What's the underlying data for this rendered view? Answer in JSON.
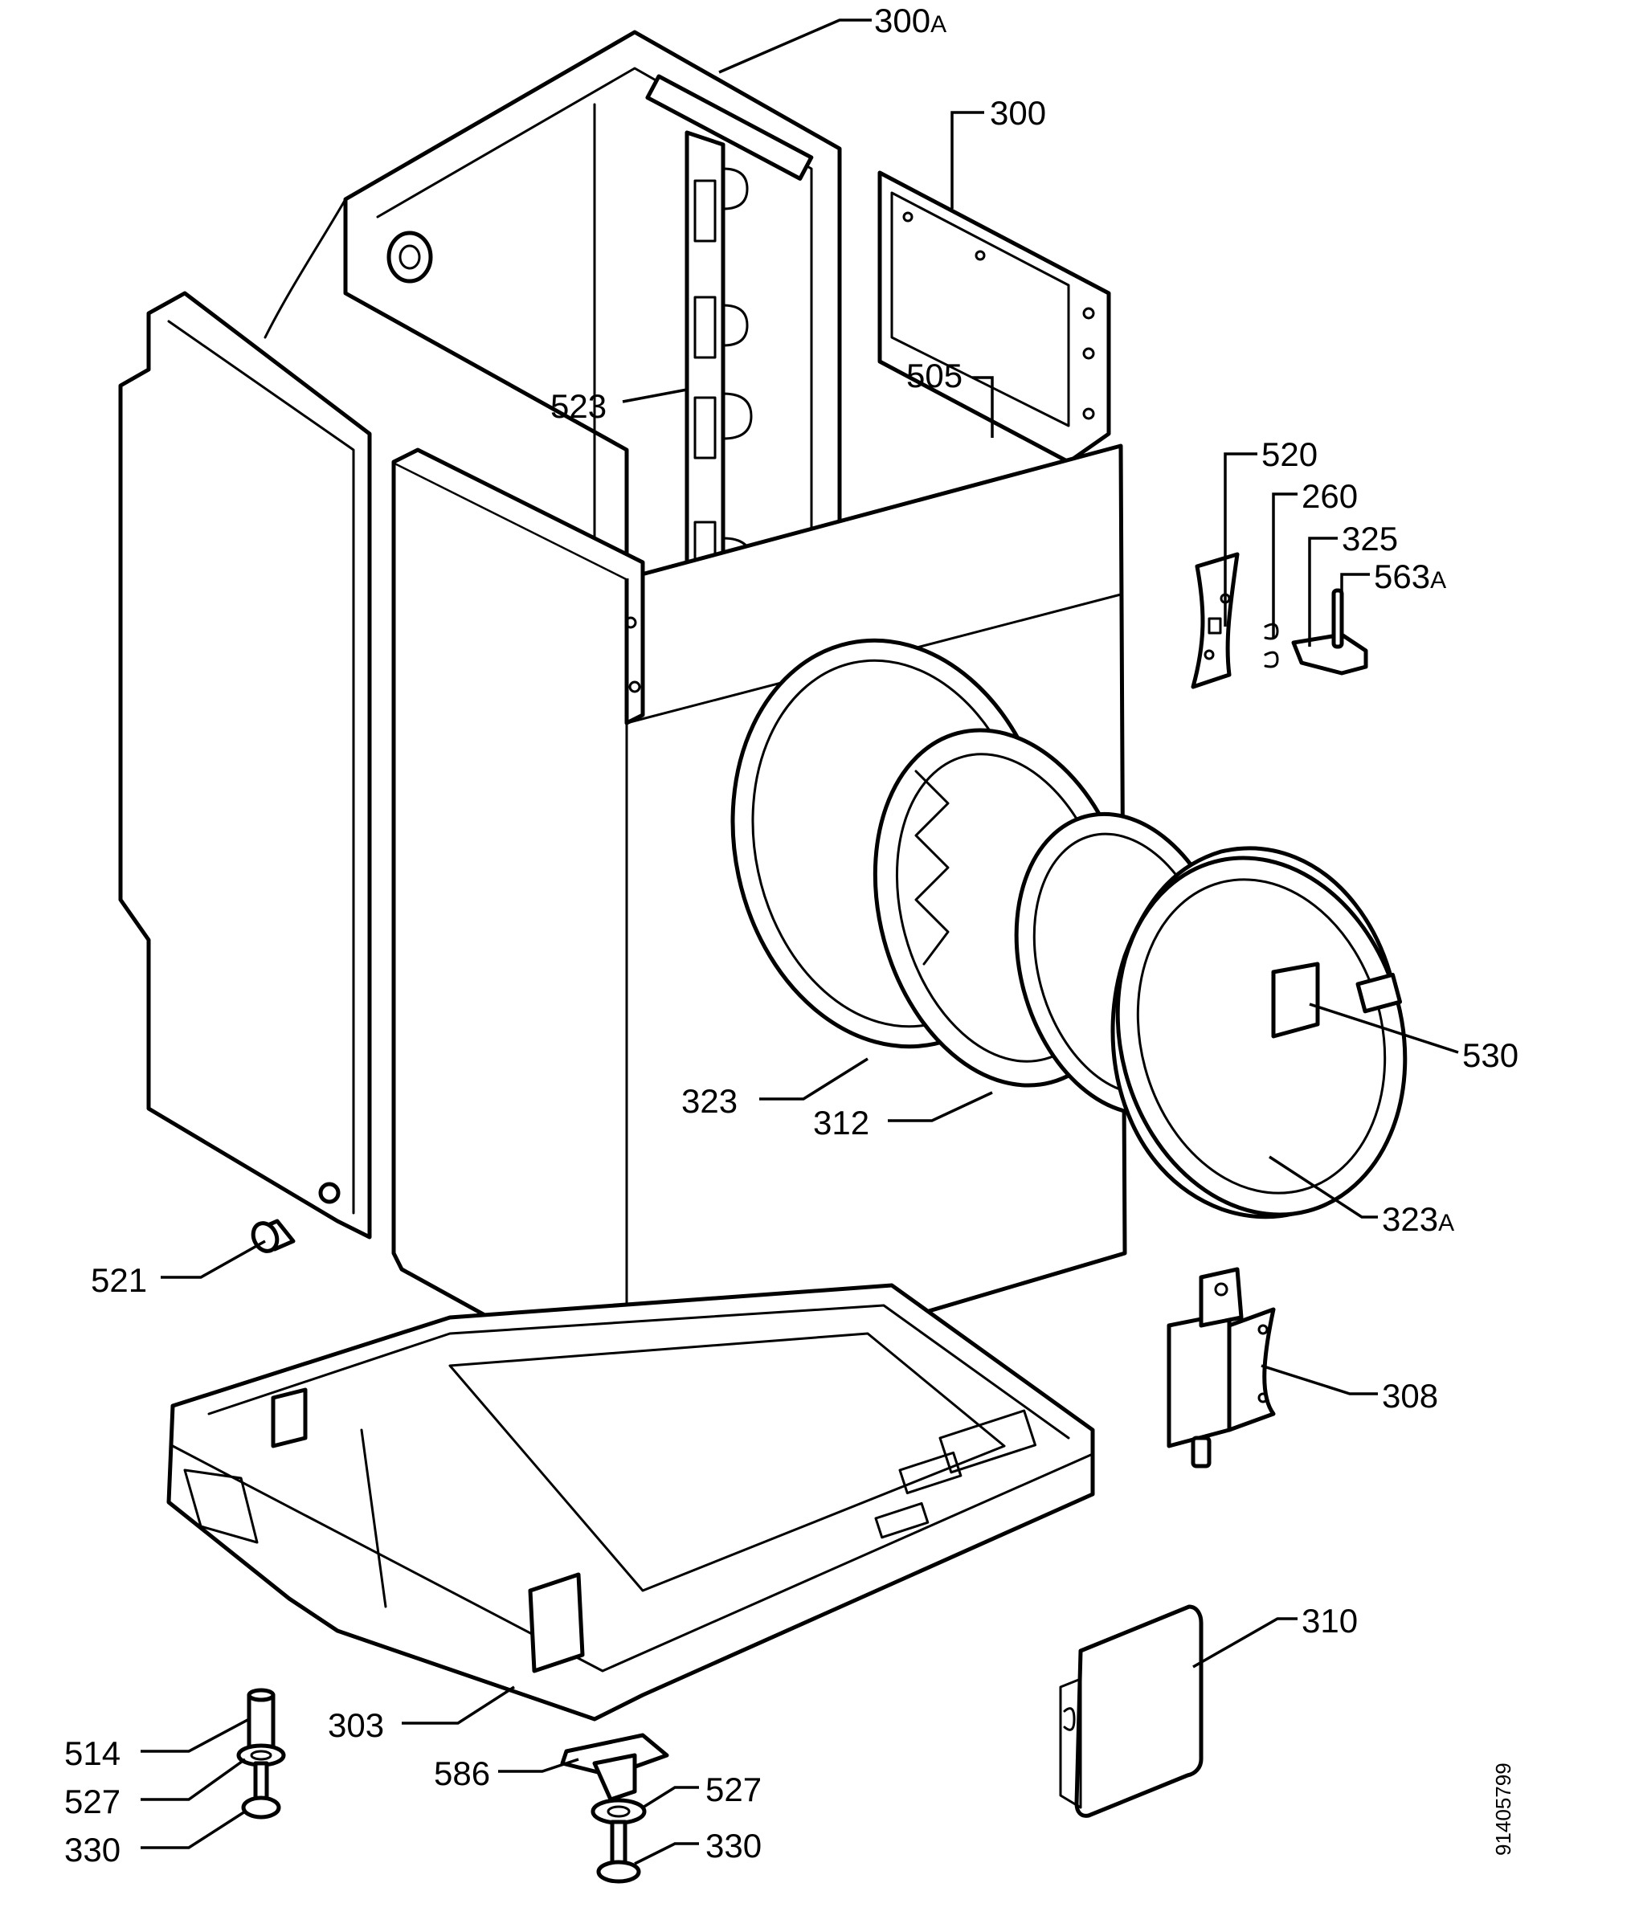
{
  "diagram": {
    "drawing_number": "91405799",
    "labels": [
      {
        "id": "300A",
        "num": "300",
        "suffix": "A"
      },
      {
        "id": "300",
        "num": "300",
        "suffix": ""
      },
      {
        "id": "505",
        "num": "505",
        "suffix": ""
      },
      {
        "id": "523",
        "num": "523",
        "suffix": ""
      },
      {
        "id": "520",
        "num": "520",
        "suffix": ""
      },
      {
        "id": "260",
        "num": "260",
        "suffix": ""
      },
      {
        "id": "325",
        "num": "325",
        "suffix": ""
      },
      {
        "id": "563A",
        "num": "563",
        "suffix": "A"
      },
      {
        "id": "530",
        "num": "530",
        "suffix": ""
      },
      {
        "id": "323",
        "num": "323",
        "suffix": ""
      },
      {
        "id": "312",
        "num": "312",
        "suffix": ""
      },
      {
        "id": "323A",
        "num": "323",
        "suffix": "A"
      },
      {
        "id": "521",
        "num": "521",
        "suffix": ""
      },
      {
        "id": "308",
        "num": "308",
        "suffix": ""
      },
      {
        "id": "310",
        "num": "310",
        "suffix": ""
      },
      {
        "id": "303",
        "num": "303",
        "suffix": ""
      },
      {
        "id": "514",
        "num": "514",
        "suffix": ""
      },
      {
        "id": "527L",
        "num": "527",
        "suffix": ""
      },
      {
        "id": "330L",
        "num": "330",
        "suffix": ""
      },
      {
        "id": "586",
        "num": "586",
        "suffix": ""
      },
      {
        "id": "527R",
        "num": "527",
        "suffix": ""
      },
      {
        "id": "330R",
        "num": "330",
        "suffix": ""
      }
    ]
  }
}
